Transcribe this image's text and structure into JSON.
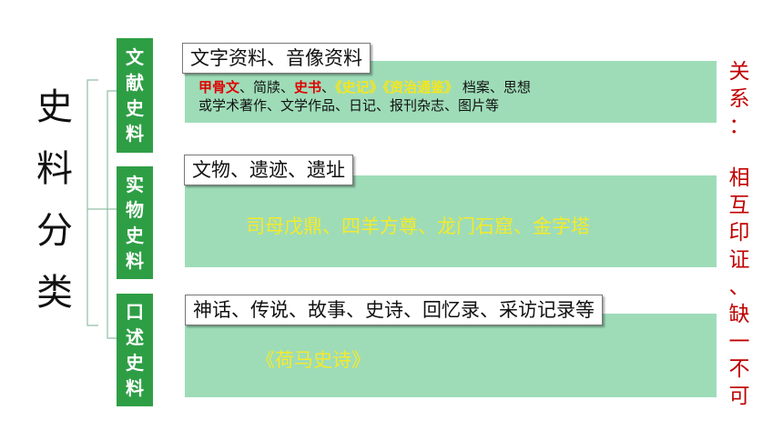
{
  "main_title": [
    "史",
    "料",
    "分",
    "类"
  ],
  "categories": [
    {
      "name_chars": [
        "文",
        "献",
        "史",
        "料"
      ],
      "label": "文字资料、音像资料",
      "line1": {
        "items": [
          {
            "text": "甲骨文",
            "style": "red"
          },
          {
            "text": "、简牍、",
            "style": "normal"
          },
          {
            "text": "史书",
            "style": "red"
          },
          {
            "text": "、",
            "style": "normal"
          },
          {
            "text": "《史记》《资治通鉴》",
            "style": "yellow"
          },
          {
            "text": " 档案、思想",
            "style": "normal"
          }
        ]
      },
      "line2": "或学术著作、文学作品、日记、报刊杂志、图片等"
    },
    {
      "name_chars": [
        "实",
        "物",
        "史",
        "料"
      ],
      "label": "文物、遗迹、遗址",
      "examples": "司母戊鼎、四羊方尊、龙门石窟、金字塔"
    },
    {
      "name_chars": [
        "口",
        "述",
        "史",
        "料"
      ],
      "label": "神话、传说、故事、史诗、回忆录、采访记录等",
      "examples": "《荷马史诗》"
    }
  ],
  "relation": {
    "head": [
      "关",
      "系",
      "："
    ],
    "body": [
      "相",
      "互",
      "印",
      "证",
      "、",
      "缺",
      "一",
      "不",
      "可"
    ]
  },
  "colors": {
    "category_green": "#2e9e45",
    "panel_green": "#9edcb8",
    "highlight_red": "#e00000",
    "highlight_yellow": "#f5e61c",
    "relation_red": "#c00000"
  }
}
